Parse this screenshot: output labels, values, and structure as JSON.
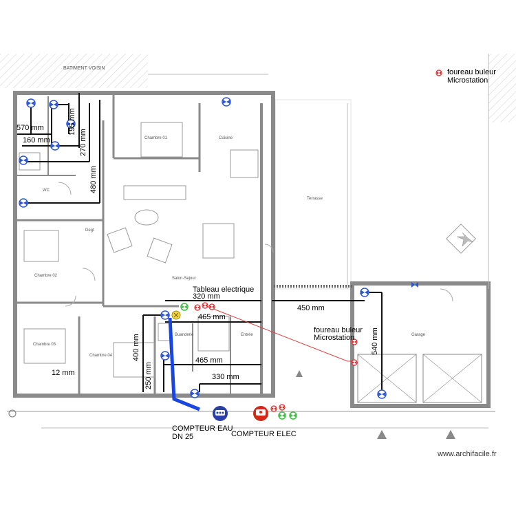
{
  "header": {
    "neighbor_label": "BATIMENT VOISIN"
  },
  "legend": {
    "line1": "foureau buleur",
    "line2": "Microstation",
    "icon": "red-valve-icon"
  },
  "rooms": {
    "chambre1": "Chambre 01",
    "cuisine": "Cuisine",
    "wc": "WC",
    "degt": "Degt",
    "chambre2": "Chambre 02",
    "salon": "Salon-Sejour",
    "chambre3": "Chambre 03",
    "chambre4": "Chambre 04",
    "buanderie": "Buanderie",
    "entree": "Entrée",
    "garage": "Garage",
    "terrasse": "Terrasse"
  },
  "dimensions": {
    "d570": "570 mm",
    "d195": "195 mm",
    "d160": "160 mm",
    "d270": "270 mm",
    "d480": "480 mm",
    "d320": "320 mm",
    "d465a": "465 mm",
    "d450": "450 mm",
    "d540": "540 mm",
    "d400": "400 mm",
    "d465b": "465 mm",
    "d250": "250 mm",
    "d330": "330 mm",
    "d12": "12 mm"
  },
  "annotations": {
    "tableau": "Tableau electrique",
    "foureau1": "foureau buleur",
    "foureau2": "Microstation",
    "compteur_eau": "COMPTEUR EAU",
    "dn25": "DN 25",
    "compteur_elec": "COMPTEUR ELEC"
  },
  "watermark": "www.archifacile.fr",
  "colors": {
    "wall": "#8a8a8a",
    "water_pipe": "#1846e0",
    "valve_blue": "#2a55d6",
    "valve_red": "#e02424",
    "valve_green": "#3fbf3f",
    "meter_eau": "#2a3fa8",
    "meter_elec": "#d12a1a"
  }
}
